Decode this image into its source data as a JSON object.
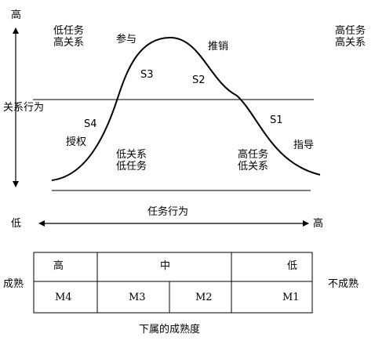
{
  "diagram": {
    "y_axis": {
      "high": "高",
      "label": "关系行为"
    },
    "x_axis": {
      "low": "低",
      "label": "任务行为",
      "high": "高"
    },
    "quadrants": {
      "top_left": [
        "低任务",
        "高关系"
      ],
      "top_right": [
        "高任务",
        "高关系"
      ],
      "inner_left": [
        "低关系",
        "低任务"
      ],
      "inner_right": [
        "高任务",
        "低关系"
      ]
    },
    "styles": [
      {
        "code": "S4",
        "name": "授权"
      },
      {
        "code": "S3",
        "name": "参与"
      },
      {
        "code": "S2",
        "name": "推销"
      },
      {
        "code": "S1",
        "name": "指导"
      }
    ],
    "maturity": {
      "left_label": "成熟",
      "right_label": "不成熟",
      "levels": [
        "高",
        "中",
        "低"
      ],
      "stages": [
        "M4",
        "M3",
        "M2",
        "M1"
      ],
      "caption": "下属的成熟度"
    }
  }
}
